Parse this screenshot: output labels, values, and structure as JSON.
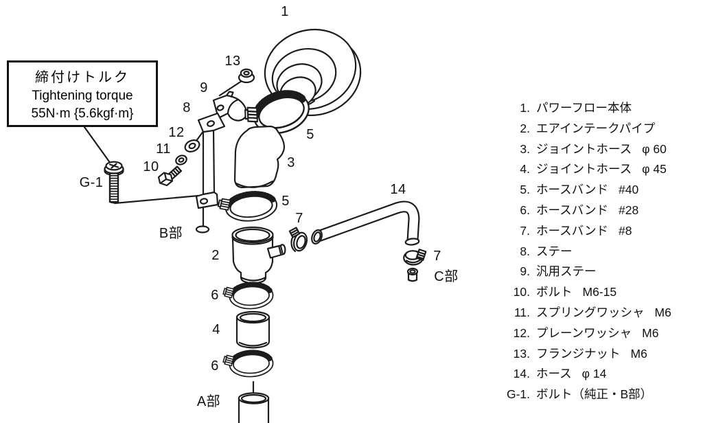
{
  "torque_note": {
    "title_ja": "締付けトルク",
    "title_en": "Tightening torque",
    "value": "55N·m {5.6kgf·m}"
  },
  "callouts": {
    "part1": "1",
    "part2": "2",
    "part3": "3",
    "part4": "4",
    "part5_upper": "5",
    "part5_lower": "5",
    "part6_upper": "6",
    "part6_lower": "6",
    "part7_left": "7",
    "part7_right": "7",
    "part8": "8",
    "part9": "9",
    "part10": "10",
    "part11": "11",
    "part12": "12",
    "part13": "13",
    "part14": "14",
    "g1": "G-1",
    "section_a": "A部",
    "section_b": "B部",
    "section_c": "C部"
  },
  "parts_list": {
    "rows": [
      {
        "num": "1.",
        "name": "パワーフロー本体",
        "spec": ""
      },
      {
        "num": "2.",
        "name": "エアインテークパイプ",
        "spec": ""
      },
      {
        "num": "3.",
        "name": "ジョイントホース",
        "spec": "φ 60"
      },
      {
        "num": "4.",
        "name": "ジョイントホース",
        "spec": "φ 45"
      },
      {
        "num": "5.",
        "name": "ホースバンド",
        "spec": "#40"
      },
      {
        "num": "6.",
        "name": "ホースバンド",
        "spec": "#28"
      },
      {
        "num": "7.",
        "name": "ホースバンド",
        "spec": "#8"
      },
      {
        "num": "8.",
        "name": "ステー",
        "spec": ""
      },
      {
        "num": "9.",
        "name": "汎用ステー",
        "spec": ""
      },
      {
        "num": "10.",
        "name": "ボルト",
        "spec": "M6-15"
      },
      {
        "num": "11.",
        "name": "スプリングワッシャ",
        "spec": "M6"
      },
      {
        "num": "12.",
        "name": "プレーンワッシャ",
        "spec": "M6"
      },
      {
        "num": "13.",
        "name": "フランジナット",
        "spec": "M6"
      },
      {
        "num": "14.",
        "name": "ホース",
        "spec": "φ 14"
      },
      {
        "num": "G-1.",
        "name": "ボルト（純正・B部）",
        "spec": ""
      }
    ]
  },
  "colors": {
    "line": "#1c1c1c",
    "text": "#000000",
    "background": "#ffffff"
  }
}
